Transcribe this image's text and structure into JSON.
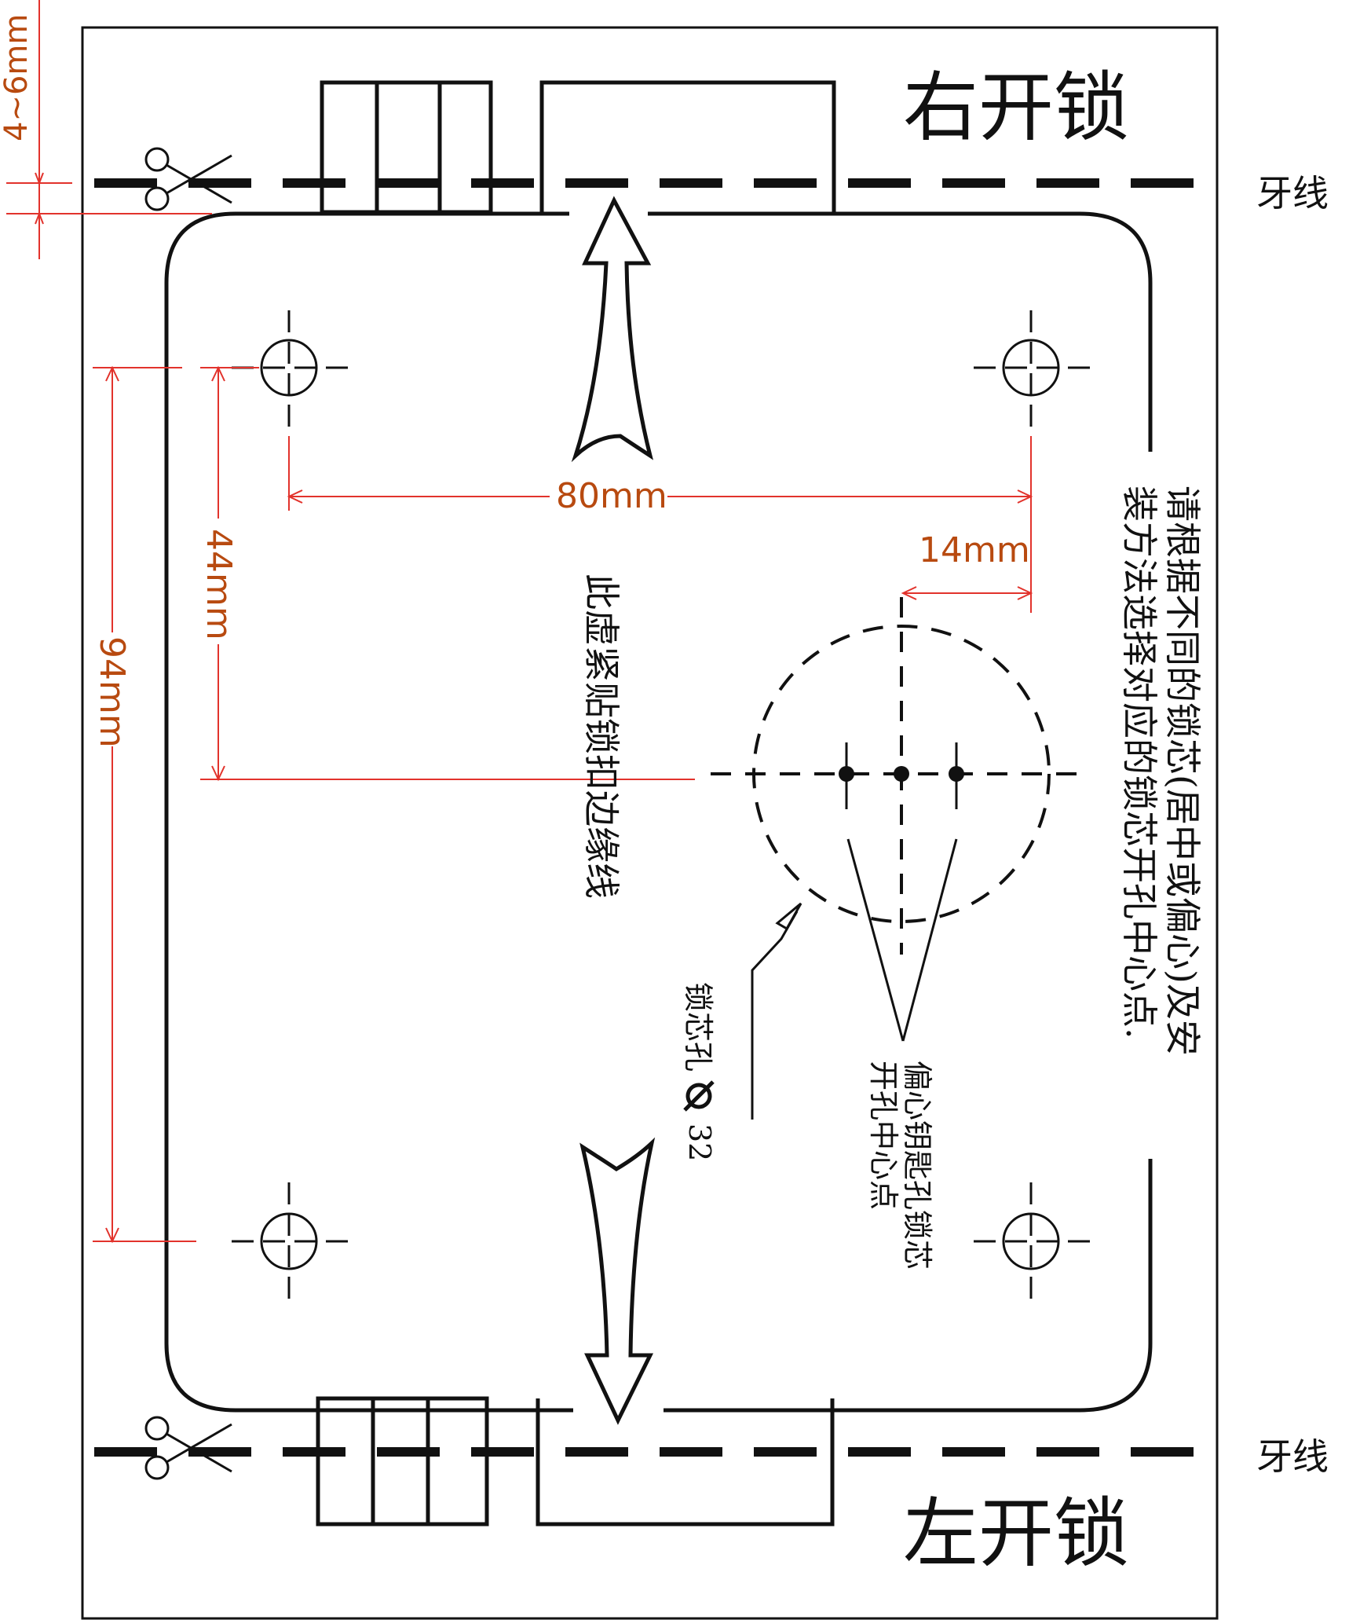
{
  "labels": {
    "right_open": "右开锁",
    "left_open": "左开锁",
    "thread_line_top": "牙线",
    "thread_line_bottom": "牙线",
    "edge_note": "此虚紧贴锁扣边缘线",
    "instruction_line1": "请根据不同的锁芯(居中或偏心)及安",
    "instruction_line2": "装方法选择对应的锁芯开孔中心点.",
    "core_hole": "锁芯孔",
    "core_hole_dia": "32",
    "eccentric_line1": "偏心钥匙孔锁芯",
    "eccentric_line2": "开孔中心点"
  },
  "dimensions": {
    "margin": "4~6mm",
    "width_80": "80mm",
    "offset_14": "14mm",
    "height_44": "44mm",
    "height_94": "94mm"
  },
  "colors": {
    "line": "#111111",
    "dimension_line": "#e2332c",
    "dimension_text": "#b84a10"
  },
  "icons": [
    "scissors-icon",
    "scissors-icon",
    "crosshair-icon",
    "arrow-up-icon",
    "arrow-down-icon"
  ]
}
